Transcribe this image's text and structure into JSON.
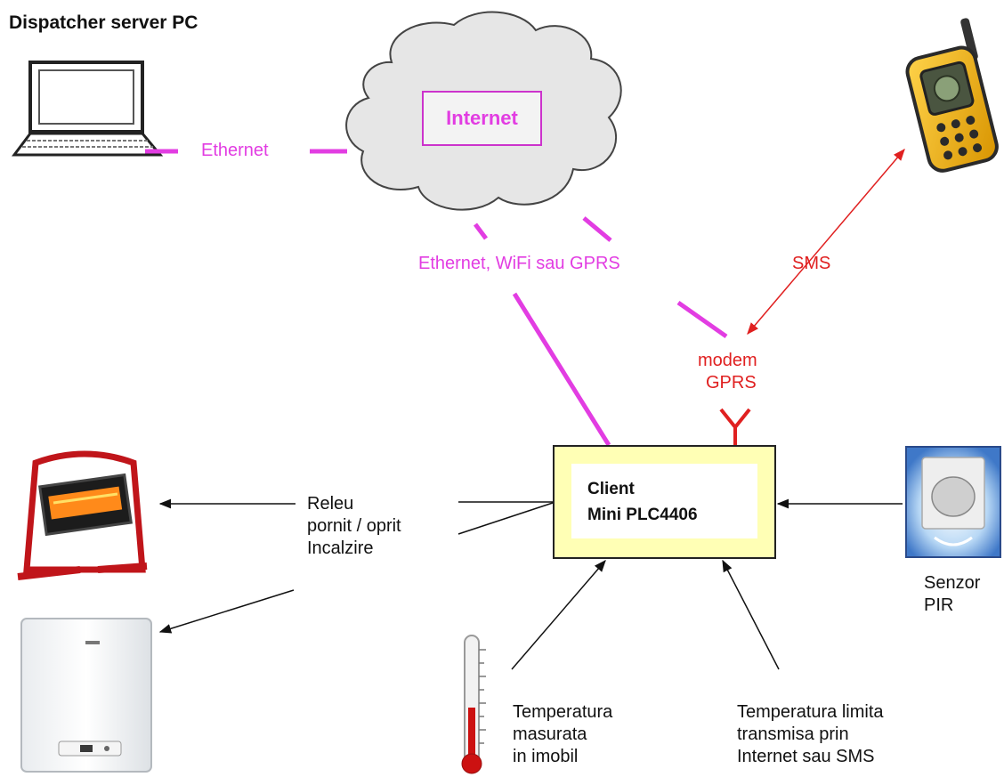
{
  "title": "Dispatcher server PC",
  "cloud": {
    "label": "Internet"
  },
  "links": {
    "pc_to_cloud": "Ethernet",
    "cloud_to_plc": "Ethernet, WiFi sau GPRS",
    "modem_to_phone": "SMS"
  },
  "modem": {
    "line1": "modem",
    "line2": "GPRS"
  },
  "plc": {
    "line1": "Client",
    "line2": "Mini PLC4406"
  },
  "relay": {
    "line1": "Releu",
    "line2": "pornit / oprit",
    "line3": "Incalzire"
  },
  "sensor": {
    "line1": "Senzor",
    "line2": "PIR"
  },
  "temp_measured": {
    "line1": "Temperatura",
    "line2": "masurata",
    "line3": "in imobil"
  },
  "temp_limit": {
    "line1": "Temperatura limita",
    "line2": "transmisa prin",
    "line3": "Internet  sau SMS"
  },
  "colors": {
    "magenta": "#e23de2",
    "red": "#e02020",
    "plc_fill": "#ffffb5"
  },
  "icons": [
    "laptop-icon",
    "cloud-icon",
    "mobile-phone-icon",
    "heater-icon",
    "boiler-icon",
    "thermometer-icon",
    "pir-sensor-icon",
    "antenna-icon"
  ]
}
